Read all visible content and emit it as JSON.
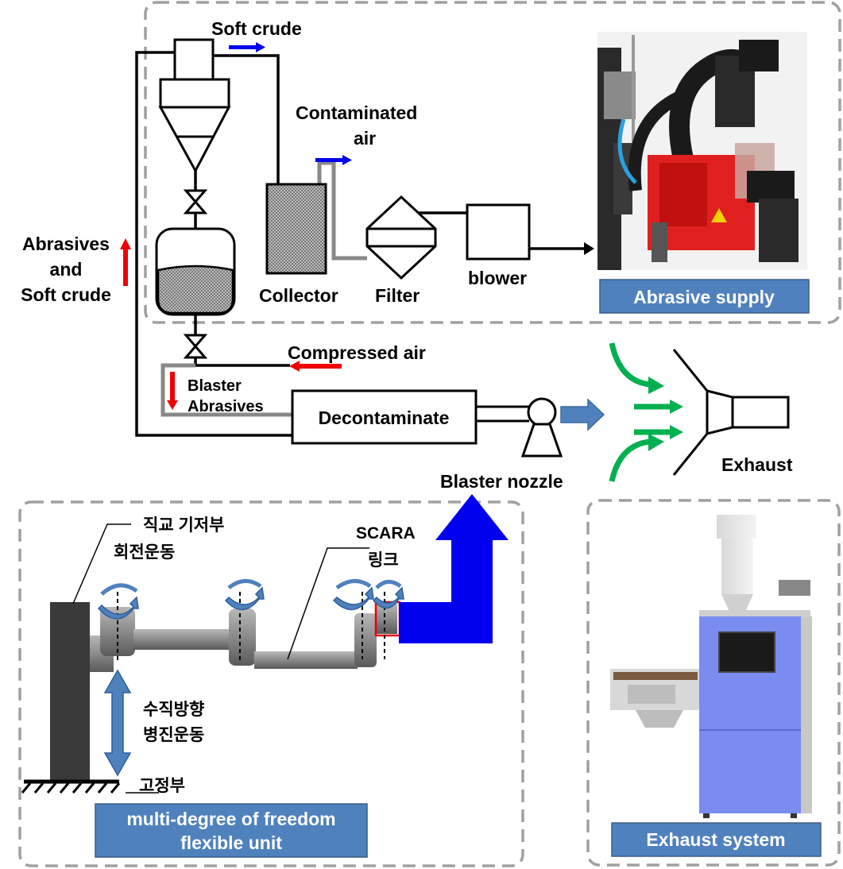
{
  "labels": {
    "soft_crude": "Soft crude",
    "contaminated_air_1": "Contaminated",
    "contaminated_air_2": "air",
    "abrasives_and_soft_crude_1": "Abrasives",
    "abrasives_and_soft_crude_2": "and",
    "abrasives_and_soft_crude_3": "Soft crude",
    "collector": "Collector",
    "filter": "Filter",
    "blower": "blower",
    "compressed_air": "Compressed air",
    "blaster_abrasives_1": "Blaster",
    "blaster_abrasives_2": "Abrasives",
    "decontaminate": "Decontaminate",
    "blaster_nozzle": "Blaster nozzle",
    "exhaust": "Exhaust"
  },
  "captions": {
    "abrasive_supply": "Abrasive supply",
    "multi_dof_1": "multi-degree of freedom",
    "multi_dof_2": "flexible unit",
    "exhaust_system": "Exhaust system"
  },
  "robot_labels": {
    "orthogonal_base": "직교 기저부",
    "rotation": "회전운동",
    "scara_1": "SCARA",
    "scara_2": "링크",
    "vertical_1": "수직방향",
    "vertical_2": "병진운동",
    "fixed": "고정부"
  },
  "colors": {
    "caption_bg": "#4f81bd",
    "flow_blue": "#0000ee",
    "flow_red": "#ee0000",
    "flow_green": "#00b050",
    "exhaust_cabinet": "#7b8cf0",
    "machine_red": "#e02020"
  }
}
